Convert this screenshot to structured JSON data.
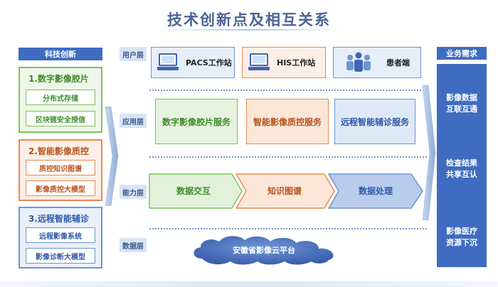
{
  "title": "技术创新点及相互关系",
  "left": {
    "header": "科技创新",
    "groups": [
      {
        "title": "1.数字影像胶片",
        "items": [
          "分布式存储",
          "区块链安全授信"
        ]
      },
      {
        "title": "2.智能影像质控",
        "items": [
          "质控知识图谱",
          "影像质控大模型"
        ]
      },
      {
        "title": "3.远程智能辅诊",
        "items": [
          "远程影像系统",
          "影像诊断大模型"
        ]
      }
    ]
  },
  "layers": {
    "user": "用户层",
    "app": "应用层",
    "capability": "能力层",
    "data": "数据层"
  },
  "user_layer": {
    "pacs": "PACS工作站",
    "his": "HIS工作站",
    "patient": "患者端"
  },
  "app_layer": [
    "数字影像胶片服务",
    "智能影像质控服务",
    "远程智能辅诊服务"
  ],
  "capability_layer": [
    "数据交互",
    "知识图谱",
    "数据处理"
  ],
  "data_layer": {
    "cloud": "安徽省影像云平台"
  },
  "right": {
    "header": "业务需求",
    "needs": [
      [
        "影像数据",
        "互联互通"
      ],
      [
        "检查结果",
        "共享互认"
      ],
      [
        "影像医疗",
        "资源下沉"
      ]
    ]
  },
  "colors": {
    "green": "#7cc25a",
    "orange": "#e88a52",
    "blue": "#6e94cf",
    "header_blue": "#3f6cc0"
  },
  "icons": [
    "computer-icon",
    "computer-icon",
    "patients-icon"
  ]
}
